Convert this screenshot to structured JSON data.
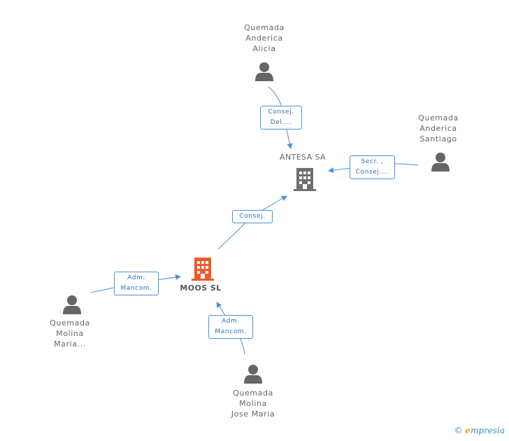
{
  "nodes": {
    "alicia": {
      "name": "Quemada\nAnderica\nAlicia"
    },
    "santiago": {
      "name": "Quemada\nAnderica\nSantiago"
    },
    "maria": {
      "name": "Quemada\nMolina\nMaria..."
    },
    "jose_maria": {
      "name": "Quemada\nMolina\nJose Maria"
    },
    "antesa": {
      "name": "ANTESA SA"
    },
    "moos": {
      "name": "MOOS SL"
    }
  },
  "edges": {
    "alicia_antesa": {
      "label": "Consej.\nDel...."
    },
    "santiago_antesa": {
      "label": "Secr. ,\nConsej...."
    },
    "moos_antesa": {
      "label": "Consej."
    },
    "maria_moos": {
      "label": "Adm.\nMancom."
    },
    "jose_moos": {
      "label": "Adm.\nMancom."
    }
  },
  "colors": {
    "edge": "#4a90d9",
    "person_icon": "#666666",
    "main_company": "#f05a28",
    "company": "#707070"
  },
  "brand": {
    "copyright": "©",
    "initial": "e",
    "rest": "mpresia"
  }
}
